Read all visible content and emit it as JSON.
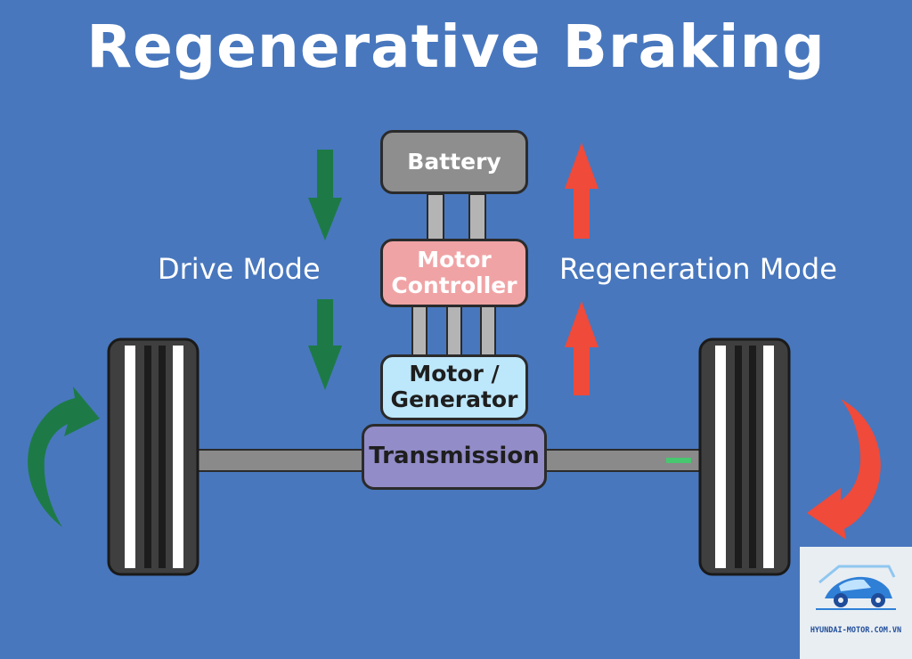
{
  "title": "Regenerative Braking",
  "modes": {
    "drive": "Drive Mode",
    "regeneration": "Regeneration Mode"
  },
  "components": {
    "battery": "Battery",
    "controller_line1": "Motor",
    "controller_line2": "Controller",
    "generator_line1": "Motor /",
    "generator_line2": "Generator",
    "transmission": "Transmission"
  },
  "colors": {
    "background": "#4877bd",
    "drive_arrow": "#1d7a46",
    "regen_arrow": "#ef4a3a",
    "battery": "#8e8e8e",
    "controller": "#f0a3a5",
    "generator": "#bde7fa",
    "transmission": "#928cc8"
  },
  "watermark": {
    "text": "HYUNDAI-MOTOR.COM.VN"
  }
}
